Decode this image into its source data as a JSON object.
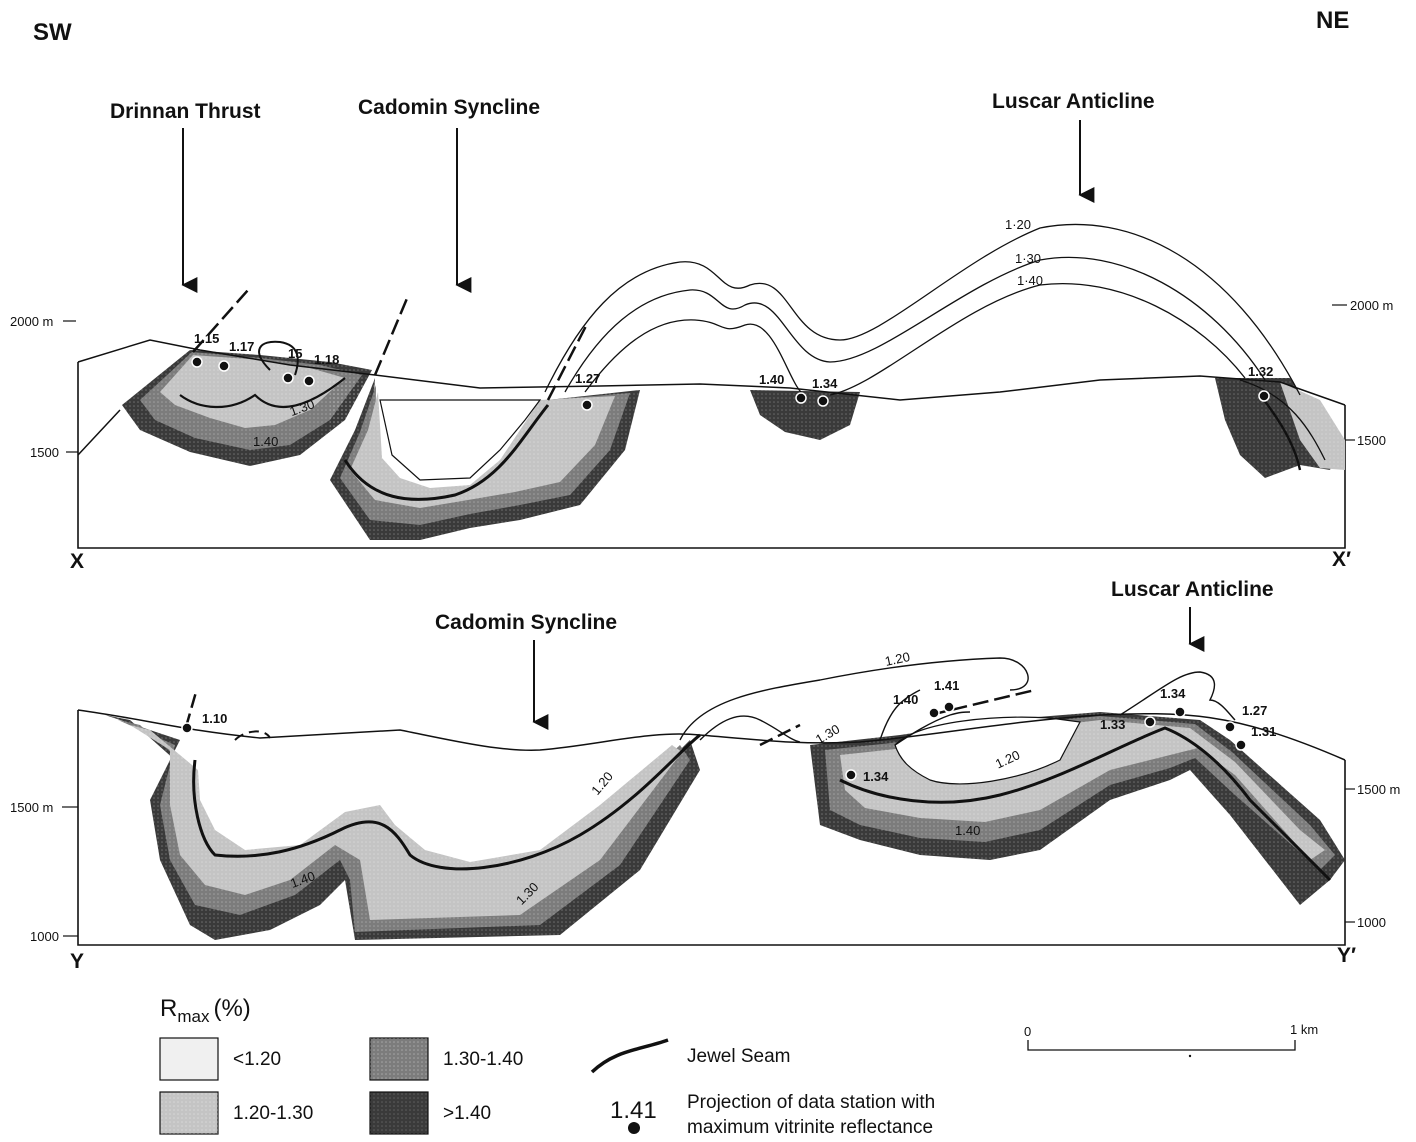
{
  "orientation": {
    "left": "SW",
    "right": "NE"
  },
  "section_top": {
    "start_label": "X",
    "end_label": "X′",
    "structures": {
      "drinnan": "Drinnan Thrust",
      "cadomin": "Cadomin Syncline",
      "luscar": "Luscar Anticline"
    },
    "elevation_labels": {
      "left_2000": "2000 m",
      "left_1500": "1500",
      "right_2000": "2000 m",
      "right_1500": "1500"
    },
    "contour_labels": {
      "c120": "1·20",
      "c130": "1·30",
      "c140": "1·40",
      "inner130": "1.30",
      "inner140": "1.40"
    },
    "stations": {
      "s1": "1.15",
      "s2": "1.17",
      "s3": "15",
      "s4": "1.18",
      "s5": "1.27",
      "s6": "1.40",
      "s7": "1.34",
      "s8": "1.32"
    }
  },
  "section_bottom": {
    "start_label": "Y",
    "end_label": "Y′",
    "structures": {
      "cadomin": "Cadomin Syncline",
      "luscar": "Luscar Anticline"
    },
    "elevation_labels": {
      "left_1500": "1500 m",
      "left_1000": "1000",
      "right_1500": "1500 m",
      "right_1000": "1000"
    },
    "contour_labels": {
      "a": "1.20",
      "b": "1.40",
      "c": "1.30",
      "d": "1.20",
      "e": "1.30",
      "f": "1.20",
      "g": "1.40"
    },
    "stations": {
      "s1": "1.10",
      "s2": "1.40",
      "s3": "1.41",
      "s4": "1.34",
      "s5": "1.34",
      "s6": "1.33",
      "s7": "1.27",
      "s8": "1.31"
    }
  },
  "legend": {
    "title_main": "R",
    "title_sub": "max",
    "title_unit": "(%)",
    "classes": [
      {
        "label": "<1.20",
        "color": "#f0f0f0"
      },
      {
        "label": "1.20-1.30",
        "color": "#c4c4c4"
      },
      {
        "label": "1.30-1.40",
        "color": "#7c7c7c"
      },
      {
        "label": ">1.40",
        "color": "#3a3a3a"
      }
    ],
    "seam_label": "Jewel Seam",
    "station_example": "1.41",
    "station_text_1": "Projection of data station with",
    "station_text_2": "maximum vitrinite reflectance"
  },
  "scale": {
    "start": "0",
    "end": "1 km"
  }
}
